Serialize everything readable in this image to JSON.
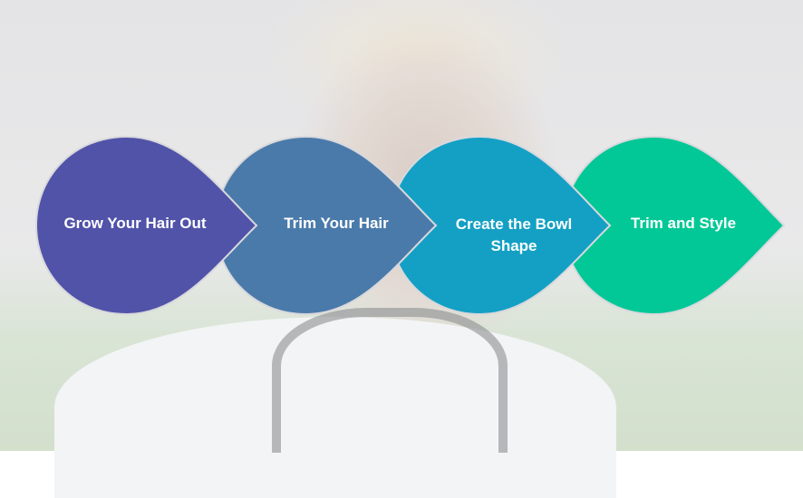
{
  "steps": [
    {
      "label": "Grow Your Hair Out",
      "color": "#5053a8"
    },
    {
      "label": "Trim Your Hair",
      "color": "#4a7aaa"
    },
    {
      "label": "Create the Bowl Shape",
      "color": "#13a0c4"
    },
    {
      "label": "Trim and Style",
      "color": "#01c896"
    }
  ]
}
